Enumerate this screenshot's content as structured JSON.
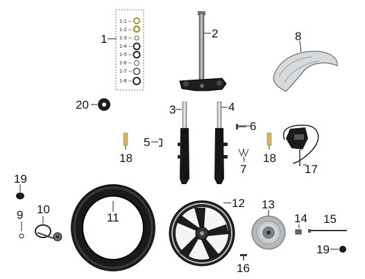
{
  "callouts": {
    "p1": "1",
    "p2": "2",
    "p3": "3",
    "p4": "4",
    "p5": "5",
    "p6": "6",
    "p7": "7",
    "p8": "8",
    "p9": "9",
    "p10": "10",
    "p11": "11",
    "p12": "12",
    "p13": "13",
    "p14": "14",
    "p15": "15",
    "p16": "16",
    "p17": "17",
    "p18a": "18",
    "p18b": "18",
    "p19a": "19",
    "p19b": "19",
    "p20": "20"
  },
  "bearing_kit": [
    "1-1",
    "1-2",
    "1-3",
    "1-4",
    "1-5",
    "1-6",
    "1-7",
    "1-8"
  ]
}
